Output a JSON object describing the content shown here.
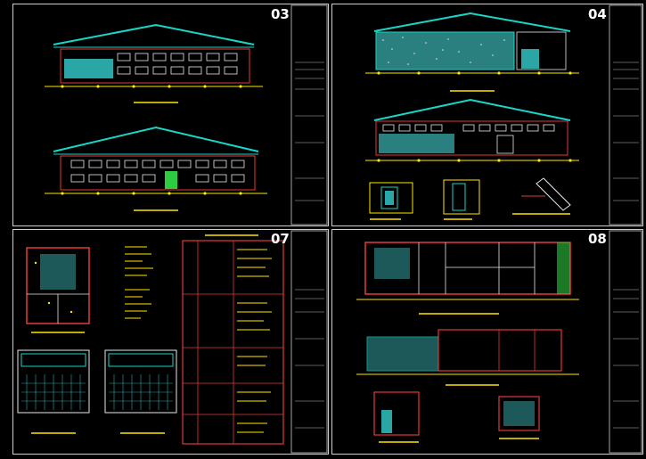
{
  "sheets": [
    {
      "id": "sheet-03",
      "number": "03"
    },
    {
      "id": "sheet-04",
      "number": "04"
    },
    {
      "id": "sheet-07",
      "number": "07"
    },
    {
      "id": "sheet-08",
      "number": "08"
    }
  ],
  "colors": {
    "background": "#000000",
    "frame": "#d0d0d0",
    "roof": "#18d6c8",
    "wall": "#e23a3a",
    "annotation": "#ffe600",
    "glazing": "#2aa6a6",
    "hatch": "#e8e8e8",
    "green": "#2ecc40"
  }
}
